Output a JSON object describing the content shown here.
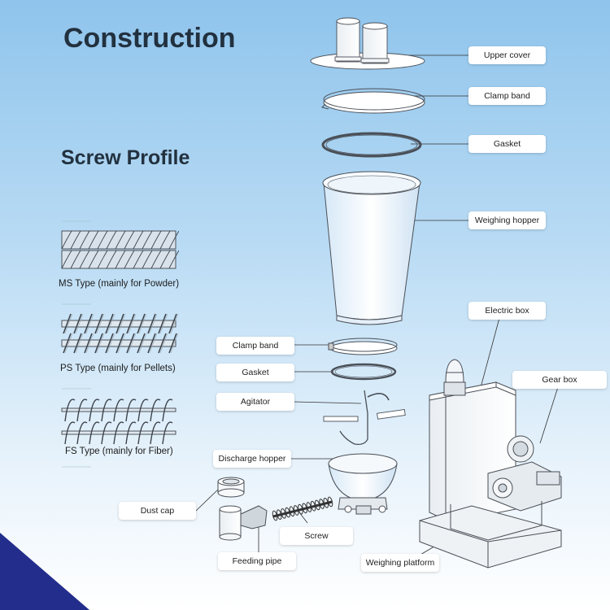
{
  "headings": {
    "title": "Construction",
    "subtitle": "Screw Profile"
  },
  "screw_profiles": [
    {
      "caption": "MS Type (mainly for Powder)"
    },
    {
      "caption": "PS Type (mainly for Pellets)"
    },
    {
      "caption": "FS Type (mainly for Fiber)"
    }
  ],
  "callouts": {
    "upper_cover": "Upper cover",
    "clamp_band_top": "Clamp band",
    "gasket_top": "Gasket",
    "weighing_hopper": "Weighing hopper",
    "electric_box": "Electric box",
    "gear_box": "Gear box",
    "clamp_band_lower": "Clamp band",
    "gasket_lower": "Gasket",
    "agitator": "Agitator",
    "discharge_hopper": "Discharge hopper",
    "dust_cap": "Dust cap",
    "screw": "Screw",
    "feeding_pipe": "Feeding pipe",
    "weighing_platform": "Weighing platform"
  },
  "colors": {
    "corner_accent": "#232d8c",
    "part_fill": "#ffffff",
    "part_stroke": "#4a4f57",
    "leader_line": "#333333"
  }
}
